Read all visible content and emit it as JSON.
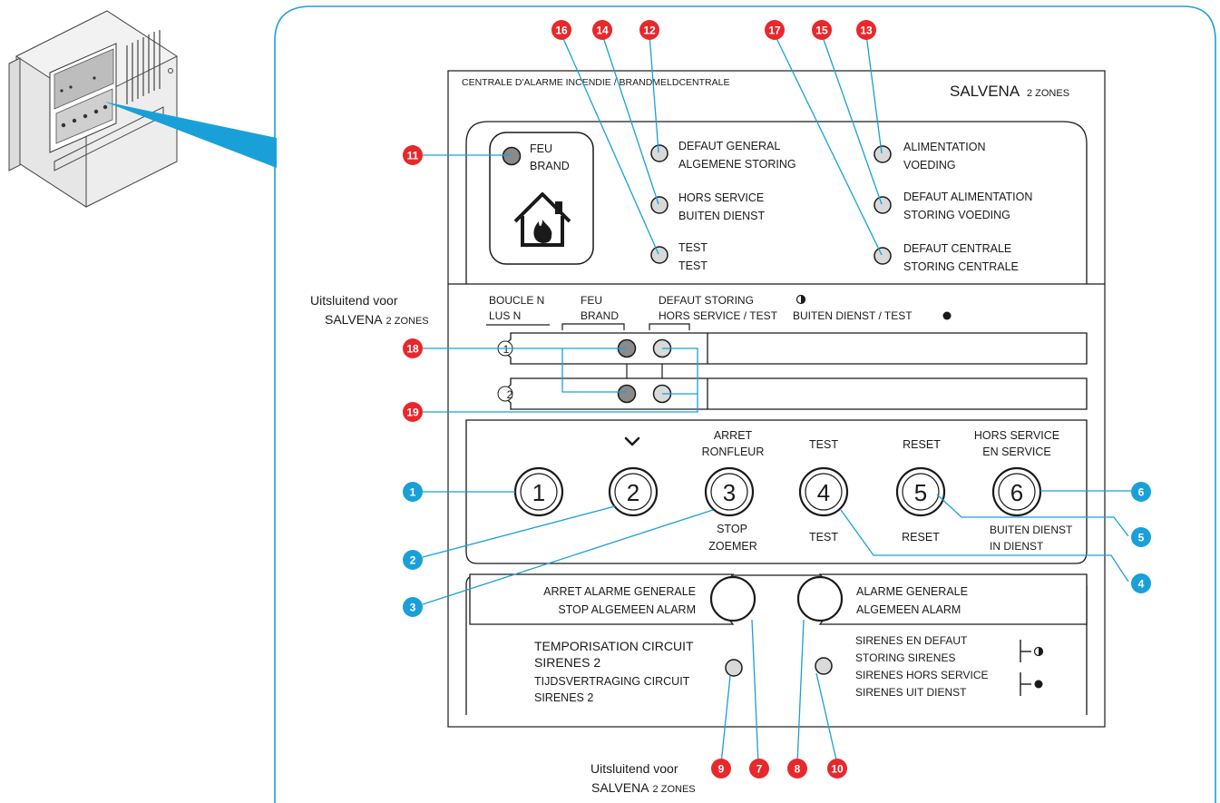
{
  "panel_header": {
    "subtitle": "CENTRALE D'ALARME INCENDIE / BRANDMELDCENTRALE",
    "brand": "SALVENA",
    "zones": "2 ZONES"
  },
  "indicators": {
    "feu": [
      "FEU",
      "BRAND"
    ],
    "defaut_general": [
      "DEFAUT GENERAL",
      "ALGEMENE STORING"
    ],
    "hors_service": [
      "HORS SERVICE",
      "BUITEN DIENST"
    ],
    "test": [
      "TEST",
      "TEST"
    ],
    "alimentation": [
      "ALIMENTATION",
      "VOEDING"
    ],
    "defaut_alimentation": [
      "DEFAUT ALIMENTATION",
      "STORING VOEDING"
    ],
    "defaut_centrale": [
      "DEFAUT CENTRALE",
      "STORING CENTRALE"
    ]
  },
  "zone_table": {
    "boucle": [
      "BOUCLE N",
      "LUS N"
    ],
    "feu": [
      "FEU",
      "BRAND"
    ],
    "defaut_line1": "DEFAUT  STORING",
    "defaut_line2": "HORS SERVICE / TEST",
    "buiten": "BUITEN DIENST / TEST",
    "zone_numbers": [
      "1",
      "2"
    ]
  },
  "note_top": [
    "Uitsluitend voor",
    "SALVENA",
    "2 ZONES"
  ],
  "note_bottom": [
    "Uitsluitend voor",
    "SALVENA",
    "2 ZONES"
  ],
  "buttons": [
    {
      "num": "1",
      "top": [],
      "bottom": []
    },
    {
      "num": "2",
      "top": [],
      "bottom": []
    },
    {
      "num": "3",
      "top": [
        "ARRET",
        "RONFLEUR"
      ],
      "bottom": [
        "STOP",
        "ZOEMER"
      ]
    },
    {
      "num": "4",
      "top": [
        "TEST"
      ],
      "bottom": [
        "TEST"
      ]
    },
    {
      "num": "5",
      "top": [
        "RESET"
      ],
      "bottom": [
        "RESET"
      ]
    },
    {
      "num": "6",
      "top": [
        "HORS SERVICE",
        "EN SERVICE"
      ],
      "bottom": [
        "BUITEN DIENST",
        "IN DIENST"
      ]
    }
  ],
  "alarm_buttons": {
    "stop": [
      "ARRET ALARME GENERALE",
      "STOP ALGEMEEN ALARM"
    ],
    "general": [
      "ALARME GENERALE",
      "ALGEMEEN ALARM"
    ]
  },
  "bottom_section": {
    "tempo": [
      "TEMPORISATION CIRCUIT",
      "SIRENES 2",
      "TIJDSVERTRAGING CIRCUIT",
      "SIRENES 2"
    ],
    "sirenes": [
      "SIRENES EN DEFAUT",
      "STORING SIRENES",
      "SIRENES HORS SERVICE",
      "SIRENES UIT DIENST"
    ]
  },
  "callouts": {
    "red": [
      "16",
      "14",
      "12",
      "17",
      "15",
      "13",
      "11",
      "18",
      "19",
      "9",
      "7",
      "8",
      "10"
    ],
    "blue": [
      "1",
      "2",
      "3",
      "4",
      "5",
      "6"
    ]
  },
  "colors": {
    "red_badge": "#e8282b",
    "blue_badge": "#1aa0d8",
    "leader_line": "#1aa0d8",
    "frame": "#1aa0d8",
    "led_fill": "#d9d9d9",
    "led_dark": "#8a8a8a"
  },
  "icons": [
    "house-fire-icon",
    "chevron-down-icon",
    "half-circle-icon",
    "filled-circle-icon"
  ]
}
